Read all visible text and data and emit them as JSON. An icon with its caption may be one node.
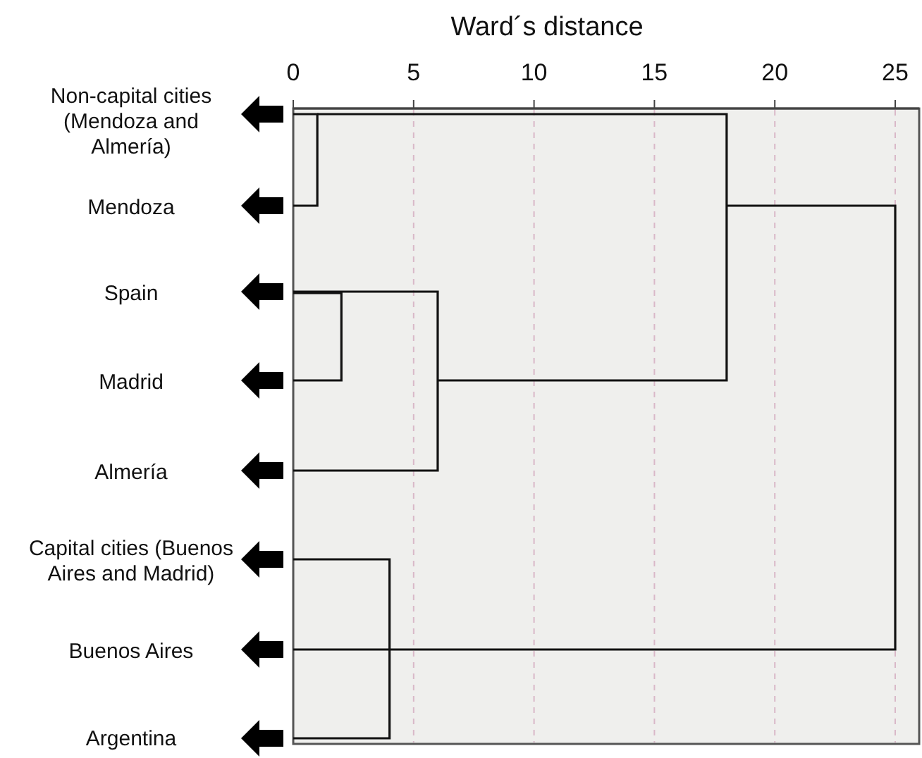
{
  "diagram": {
    "labels": [
      "Ward´s distance",
      "0",
      "5",
      "10",
      "15",
      "20",
      "25",
      "Non-capital cities (Mendoza and Almería)",
      "Mendoza",
      "Spain",
      "Madrid",
      "Almería",
      "Capital cities (Buenos Aires and Madrid)",
      "Buenos Aires",
      "Argentina"
    ]
  }
}
